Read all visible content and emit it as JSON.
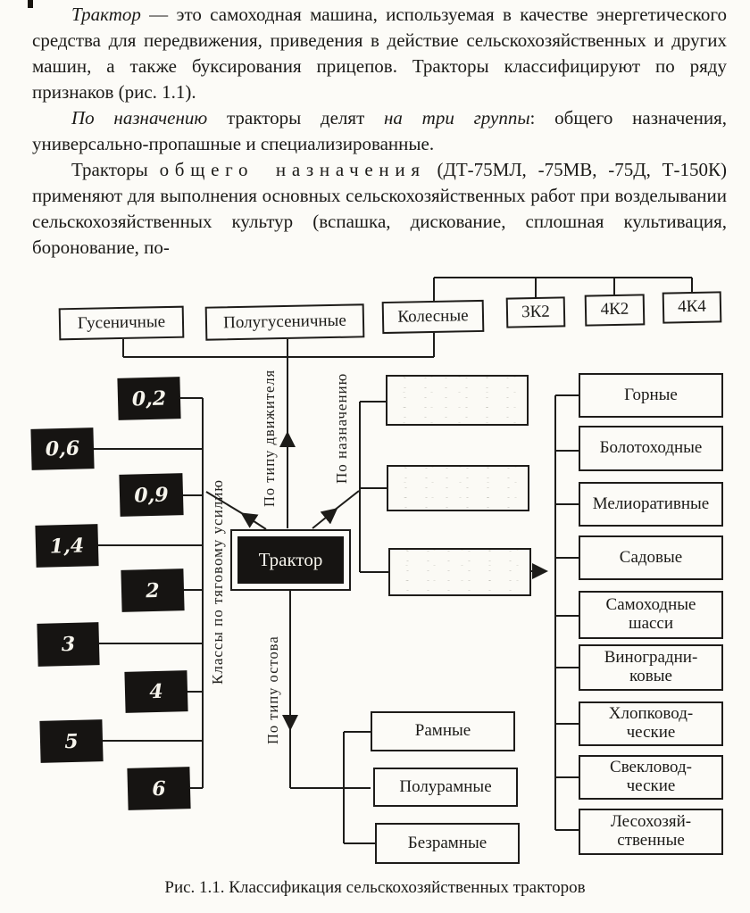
{
  "colors": {
    "ink": "#1b1a17",
    "paper": "#fcfbf7",
    "box_fill": "#161412",
    "box_text": "#f6f4ec"
  },
  "article": {
    "p1": {
      "lead": "Трактор",
      "rest": " — это самоходная машина, используемая в качестве энергетического средства для передвижения, приведения в действие сельскохозяйственных и других машин, а также буксирования прицепов. Тракторы классифицируют по ряду признаков (рис. 1.1)."
    },
    "p2": {
      "lead": "По назначению",
      "mid": " тракторы делят ",
      "em": "на три группы",
      "rest": ": общего назначения, универсально-пропашные и специализированные."
    },
    "p3": {
      "pre": "Тракторы ",
      "spaced": "общего назначения",
      "rest": " (ДТ-75МЛ, -75МВ, -75Д, Т-150К) применяют для выполнения основных сельскохозяйственных работ при возделывании сельскохозяйственных культур (вспашка, дискование, сплошная культивация, боронование, по-"
    }
  },
  "diagram": {
    "root": "Трактор",
    "labels": {
      "traction": "Классы по тяговому усилию",
      "propulsion": "По типу движителя",
      "purpose": "По назначению",
      "frame": "По типу остова"
    },
    "propulsion": [
      "Гусеничные",
      "Полугусеничные",
      "Колесные"
    ],
    "wheel_formulas": [
      "3К2",
      "4К2",
      "4К4"
    ],
    "traction_classes": [
      "0,2",
      "0,6",
      "0,9",
      "1,4",
      "2",
      "3",
      "4",
      "5",
      "6"
    ],
    "purpose_groups": [
      "",
      "",
      ""
    ],
    "specialized": [
      "Горные",
      "Болотоходные",
      "Мелиоративные",
      "Садовые",
      "Самоходные\nшасси",
      "Виноградни-\nковые",
      "Хлопковод-\nческие",
      "Свекловод-\nческие",
      "Лесохозяй-\nственные"
    ],
    "frame_types": [
      "Рамные",
      "Полурамные",
      "Безрамные"
    ],
    "caption": "Рис. 1.1. Классификация сельскохозяйственных тракторов"
  }
}
